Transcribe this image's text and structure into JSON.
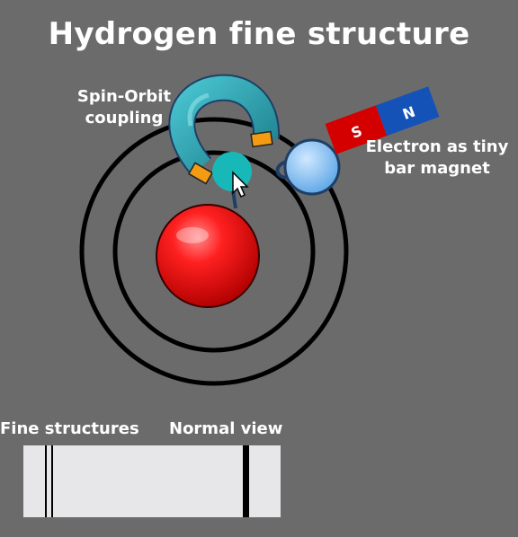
{
  "title": "Hydrogen fine structure",
  "labels": {
    "spin_orbit": [
      "Spin-Orbit",
      "coupling"
    ],
    "electron": [
      "Electron as tiny",
      "bar magnet"
    ],
    "fine_structures": "Fine structures",
    "normal_view": "Normal view"
  },
  "magnet": {
    "south": "S",
    "north": "N"
  },
  "colors": {
    "background": "#6b6b6b",
    "nucleus": "#e00000",
    "electron": "#8ec8f4",
    "horseshoe": "#2f9fae",
    "cursor_dot": "#18b8b8",
    "magnet_south": "#d40000",
    "magnet_north": "#1552b8",
    "spectrum_bg": "#e7e7ea"
  }
}
